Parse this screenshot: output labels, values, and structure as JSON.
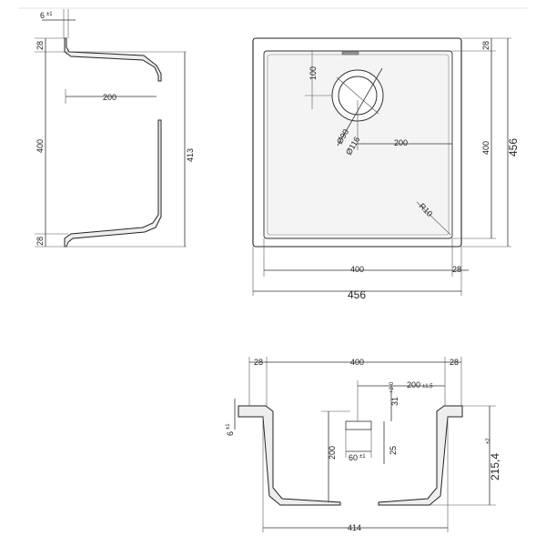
{
  "side_view": {
    "top_tol": "6",
    "top_tol_sup": "±1",
    "rim_top": "28",
    "depth_inner": "400",
    "rim_bottom": "28",
    "overall": "413",
    "half_width": "200"
  },
  "top_view": {
    "rim_right": "28",
    "inner_height": "400",
    "outer_height": "456",
    "drain_offset": "100",
    "drain_inner": "Ø90",
    "drain_outer": "Ø116",
    "drain_center": "200",
    "corner_radius": "R10",
    "inner_width": "400",
    "rim_bottom": "28",
    "outer_width": "456"
  },
  "front_view": {
    "rim_left": "28",
    "inner_width": "400",
    "rim_right": "28",
    "drain_pos": "200",
    "drain_pos_sup": "±1,5",
    "drain_h": "31",
    "drain_h_sup": "+2-0",
    "top_tol": "6",
    "top_tol_sup": "±1",
    "depth": "200",
    "drain_w": "60",
    "drain_w_sup": "±1",
    "drain_depth": "25",
    "total_height": "215,4",
    "total_height_sup": "±2",
    "bottom_width": "414"
  }
}
